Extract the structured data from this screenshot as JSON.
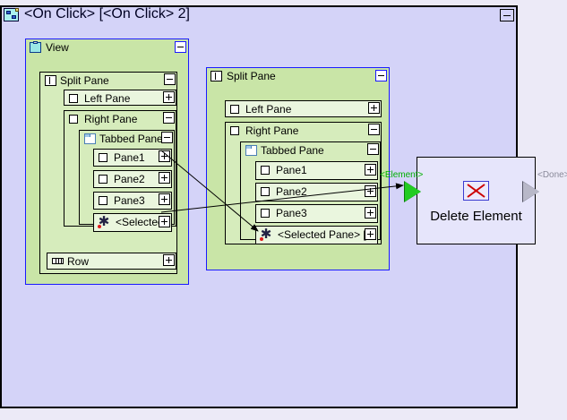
{
  "window": {
    "title": "<On Click> [<On Click> 2]",
    "icon": "rule-diagram-icon",
    "collapse_label": "–"
  },
  "colors": {
    "canvas": "#d4d3f8",
    "pattern_fill": "#c9e5a7",
    "pattern_border": "#1a1aff",
    "node_fill": "#d6ecbc",
    "leaf_fill": "#eaf6de",
    "action_fill": "#e6e5fb",
    "port_in": "#22cc22",
    "port_out": "#b8b8c8",
    "delete_mark": "#cc0000"
  },
  "patterns": {
    "lhs": {
      "header": {
        "label": "View",
        "icon": "clipboard-icon",
        "toggle": "minus"
      },
      "nodes": [
        {
          "label": "Split Pane",
          "icon": "split-pane-icon",
          "toggle": "minus"
        },
        {
          "label": "Left Pane",
          "icon": "square-icon",
          "toggle": "plus"
        },
        {
          "label": "Right Pane",
          "icon": "square-icon",
          "toggle": "minus"
        },
        {
          "label": "Tabbed Pane",
          "icon": "tabbed-pane-icon",
          "toggle": "minus"
        },
        {
          "label": "Pane1",
          "icon": "square-icon",
          "toggle": "plus"
        },
        {
          "label": "Pane2",
          "icon": "square-icon",
          "toggle": "plus"
        },
        {
          "label": "Pane3",
          "icon": "square-icon",
          "toggle": "plus"
        },
        {
          "label": "<Selected",
          "icon": "asterisk-icon",
          "toggle": "plus"
        },
        {
          "label": "Row",
          "icon": "row-icon",
          "toggle": "plus"
        }
      ]
    },
    "rhs": {
      "header": {
        "label": "Split Pane",
        "icon": "split-pane-icon",
        "toggle": "minus"
      },
      "nodes": [
        {
          "label": "Left Pane",
          "icon": "square-icon",
          "toggle": "plus"
        },
        {
          "label": "Right Pane",
          "icon": "square-icon",
          "toggle": "minus"
        },
        {
          "label": "Tabbed Pane",
          "icon": "tabbed-pane-icon",
          "toggle": "minus"
        },
        {
          "label": "Pane1",
          "icon": "square-icon",
          "toggle": "plus"
        },
        {
          "label": "Pane2",
          "icon": "square-icon",
          "toggle": "plus"
        },
        {
          "label": "Pane3",
          "icon": "square-icon",
          "toggle": "plus"
        },
        {
          "label": "<Selected Pane> [A",
          "icon": "asterisk-icon",
          "toggle": "plus"
        }
      ]
    }
  },
  "action": {
    "label": "Delete Element",
    "icon": "delete-element-icon",
    "input_port_label": "<Element>",
    "output_port_label": "<Done>"
  }
}
